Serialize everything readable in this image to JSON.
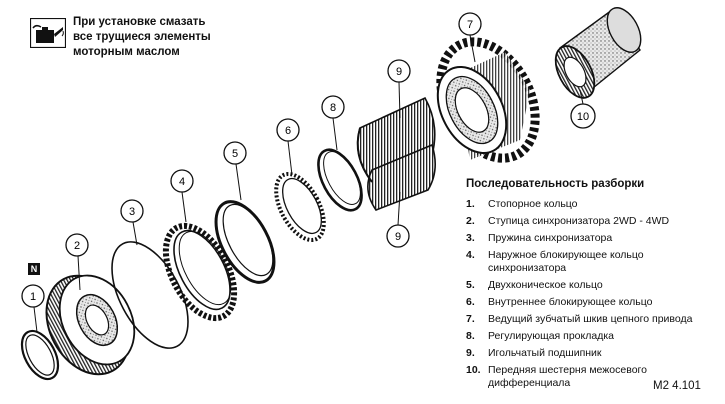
{
  "note": {
    "icon": "oil-can-icon",
    "lines": [
      "При установке смазать",
      "все трущиеся элементы",
      "моторным маслом"
    ]
  },
  "orientation_badge": "N",
  "callouts": [
    "1",
    "2",
    "3",
    "4",
    "5",
    "6",
    "7",
    "8",
    "9",
    "9",
    "10"
  ],
  "legend": {
    "title": "Последовательность разборки",
    "items": [
      {
        "num": "1.",
        "lines": [
          "Стопорное кольцо"
        ]
      },
      {
        "num": "2.",
        "lines": [
          "Ступица синхронизатора 2WD - 4WD"
        ]
      },
      {
        "num": "3.",
        "lines": [
          "Пружина синхронизатора"
        ]
      },
      {
        "num": "4.",
        "lines": [
          "Наружное блокирующее кольцо",
          "синхронизатора"
        ]
      },
      {
        "num": "5.",
        "lines": [
          "Двухконическое кольцо"
        ]
      },
      {
        "num": "6.",
        "lines": [
          "Внутреннее блокирующее кольцо"
        ]
      },
      {
        "num": "7.",
        "lines": [
          "Ведущий зубчатый шкив цепного привода"
        ]
      },
      {
        "num": "8.",
        "lines": [
          "Регулирующая прокладка"
        ]
      },
      {
        "num": "9.",
        "lines": [
          "Игольчатый подшипник"
        ]
      },
      {
        "num": "10.",
        "lines": [
          "Передняя шестерня межосевого",
          "дифференциала"
        ]
      }
    ]
  },
  "figure_code": "M2 4.101"
}
